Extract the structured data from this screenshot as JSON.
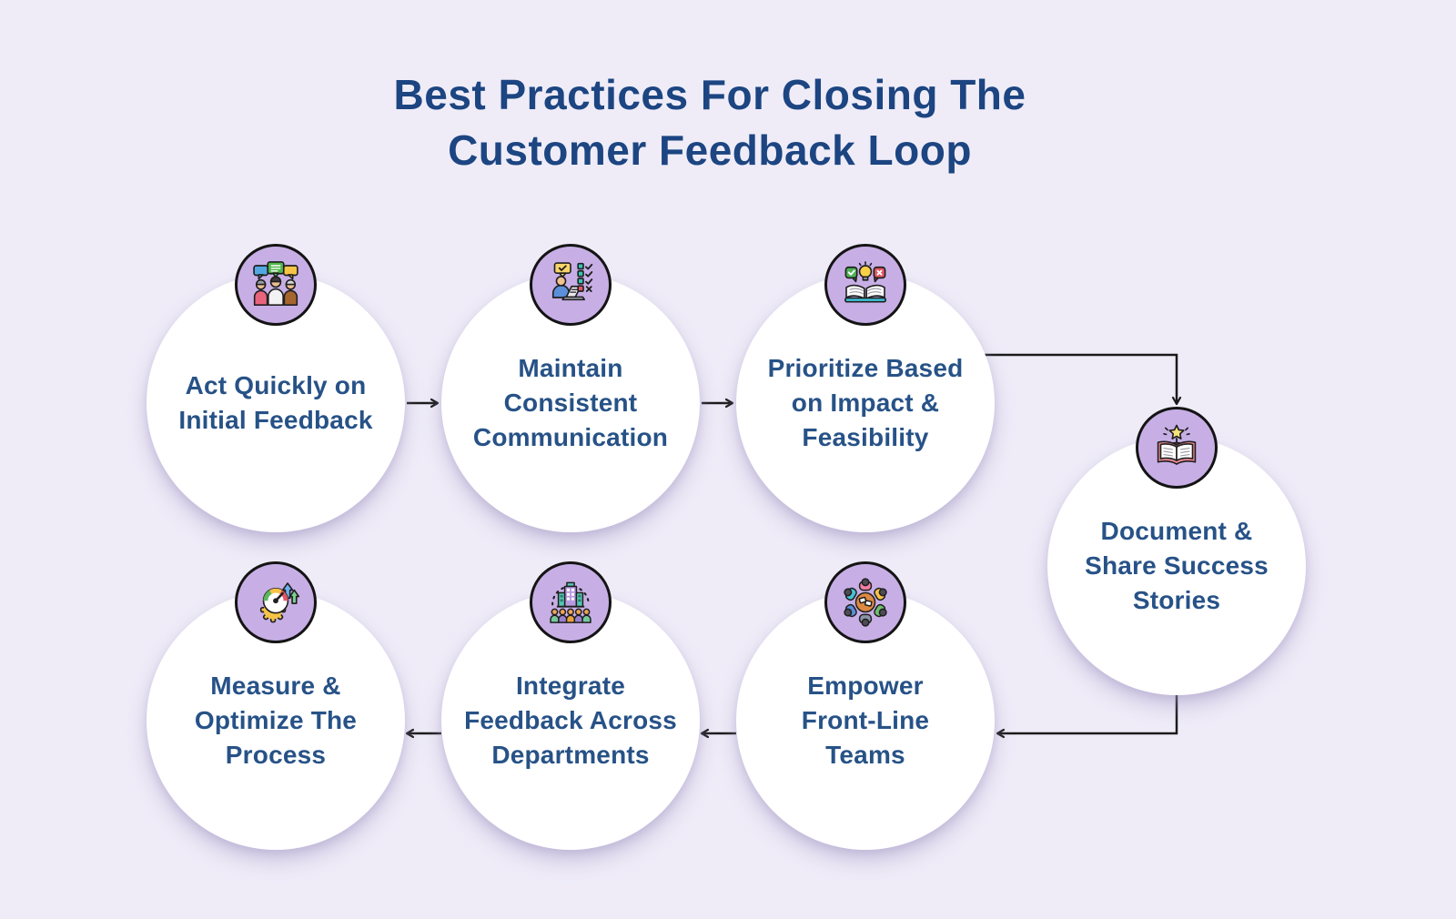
{
  "title": {
    "text": "Best Practices For Closing The\nCustomer Feedback Loop"
  },
  "nodes": [
    {
      "name": "act-quickly",
      "label": "Act Quickly on\nInitial Feedback",
      "icon": "people-discussion-icon"
    },
    {
      "name": "maintain-communication",
      "label": "Maintain\nConsistent\nCommunication",
      "icon": "person-checklist-icon"
    },
    {
      "name": "prioritize",
      "label": "Prioritize Based\non Impact &\nFeasibility",
      "icon": "book-lightbulb-icon"
    },
    {
      "name": "document-share",
      "label": "Document &\nShare Success\nStories",
      "icon": "book-star-icon"
    },
    {
      "name": "empower-teams",
      "label": "Empower\nFront-Line\nTeams",
      "icon": "team-roundtable-icon"
    },
    {
      "name": "integrate-feedback",
      "label": "Integrate\nFeedback Across\nDepartments",
      "icon": "organization-building-icon"
    },
    {
      "name": "measure-optimize",
      "label": "Measure &\nOptimize The\nProcess",
      "icon": "gauge-gear-icon"
    }
  ],
  "flow_order": [
    "act-quickly",
    "maintain-communication",
    "prioritize",
    "document-share",
    "empower-teams",
    "integrate-feedback",
    "measure-optimize"
  ],
  "colors": {
    "background": "#efecf8",
    "title_text": "#1c4581",
    "node_text": "#275287",
    "node_fill": "#ffffff",
    "badge_fill": "#c7afe6",
    "badge_border": "#141414",
    "connector": "#1a1a1a"
  }
}
